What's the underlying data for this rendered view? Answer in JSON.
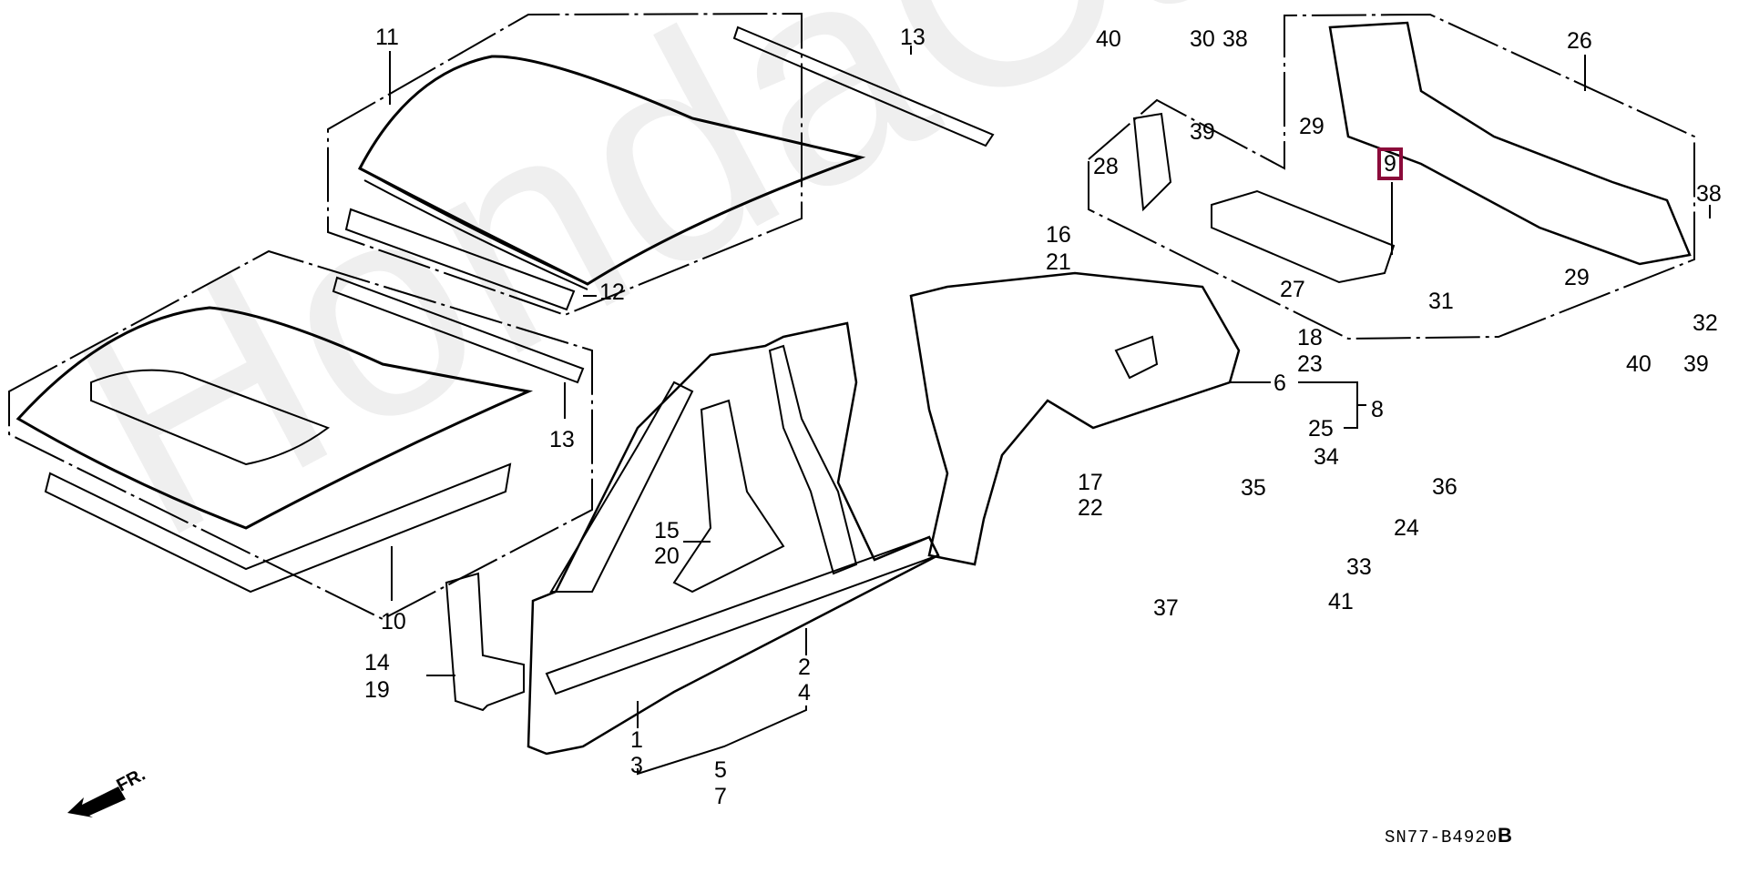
{
  "diagram": {
    "title": "Outer Panel / Roof Panel / Rear Panel exploded view",
    "watermark": "HondaCarMirror.ru",
    "diagram_code": "SN77-B4920",
    "diagram_code_suffix": "B",
    "direction_label": "FR.",
    "highlighted_part": "9",
    "highlight_color": "#8b0a3a",
    "callouts": [
      {
        "id": "c11",
        "label": "11"
      },
      {
        "id": "c13a",
        "label": "13"
      },
      {
        "id": "c12",
        "label": "12"
      },
      {
        "id": "c13b",
        "label": "13"
      },
      {
        "id": "c10",
        "label": "10"
      },
      {
        "id": "c14",
        "label": "14"
      },
      {
        "id": "c19",
        "label": "19"
      },
      {
        "id": "c15",
        "label": "15"
      },
      {
        "id": "c20",
        "label": "20"
      },
      {
        "id": "c1",
        "label": "1"
      },
      {
        "id": "c3",
        "label": "3"
      },
      {
        "id": "c2",
        "label": "2"
      },
      {
        "id": "c4",
        "label": "4"
      },
      {
        "id": "c5",
        "label": "5"
      },
      {
        "id": "c7",
        "label": "7"
      },
      {
        "id": "c16",
        "label": "16"
      },
      {
        "id": "c21",
        "label": "21"
      },
      {
        "id": "c17",
        "label": "17"
      },
      {
        "id": "c22",
        "label": "22"
      },
      {
        "id": "c18",
        "label": "18"
      },
      {
        "id": "c23",
        "label": "23"
      },
      {
        "id": "c6",
        "label": "6"
      },
      {
        "id": "c8",
        "label": "8"
      },
      {
        "id": "c25",
        "label": "25"
      },
      {
        "id": "c34",
        "label": "34"
      },
      {
        "id": "c36",
        "label": "36"
      },
      {
        "id": "c35",
        "label": "35"
      },
      {
        "id": "c24",
        "label": "24"
      },
      {
        "id": "c33",
        "label": "33"
      },
      {
        "id": "c37",
        "label": "37"
      },
      {
        "id": "c41",
        "label": "41"
      },
      {
        "id": "c40a",
        "label": "40"
      },
      {
        "id": "c30",
        "label": "30"
      },
      {
        "id": "c38a",
        "label": "38"
      },
      {
        "id": "c39a",
        "label": "39"
      },
      {
        "id": "c28",
        "label": "28"
      },
      {
        "id": "c29a",
        "label": "29"
      },
      {
        "id": "c9",
        "label": "9"
      },
      {
        "id": "c26",
        "label": "26"
      },
      {
        "id": "c27",
        "label": "27"
      },
      {
        "id": "c31",
        "label": "31"
      },
      {
        "id": "c29b",
        "label": "29"
      },
      {
        "id": "c38b",
        "label": "38"
      },
      {
        "id": "c32",
        "label": "32"
      },
      {
        "id": "c40b",
        "label": "40"
      },
      {
        "id": "c39b",
        "label": "39"
      }
    ]
  }
}
